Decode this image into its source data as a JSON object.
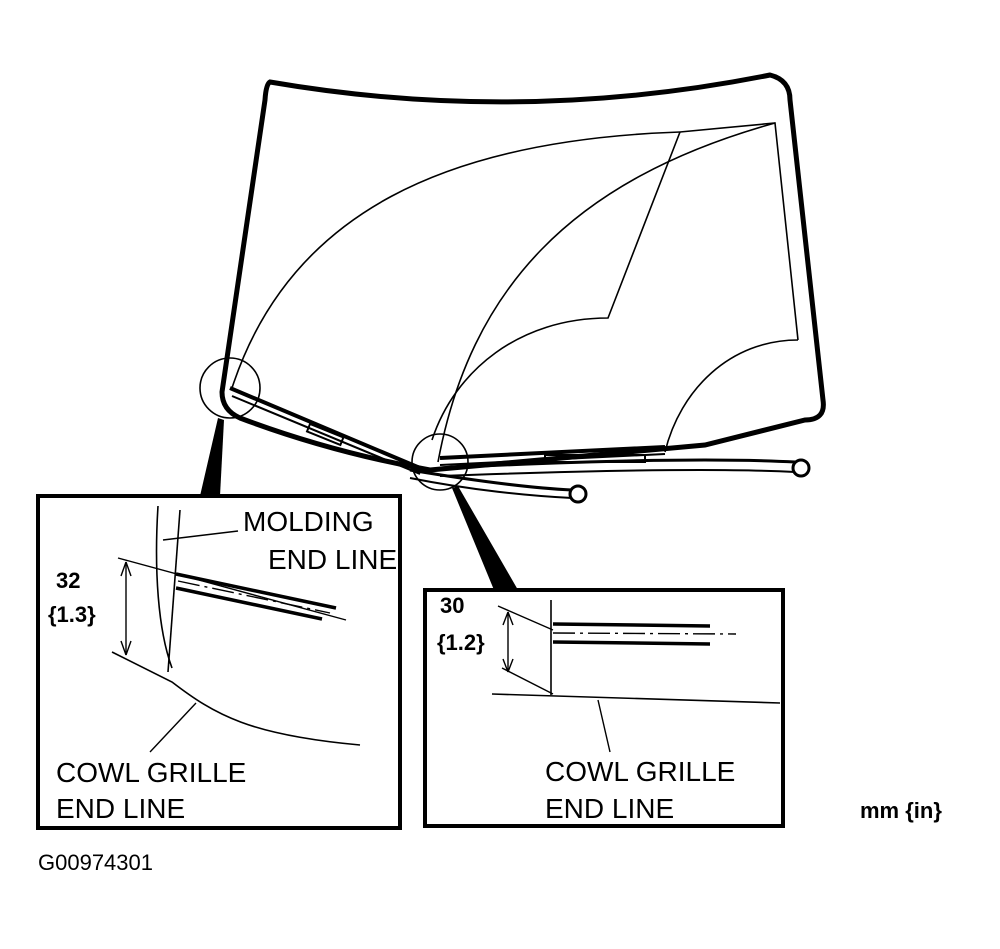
{
  "left_detail": {
    "dimension_mm": "32",
    "dimension_in": "{1.3}",
    "molding_label_line1": "MOLDING",
    "molding_label_line2": "END LINE",
    "cowl_label_line1": "COWL GRILLE",
    "cowl_label_line2": "END LINE"
  },
  "right_detail": {
    "dimension_mm": "30",
    "dimension_in": "{1.2}",
    "cowl_label_line1": "COWL GRILLE",
    "cowl_label_line2": "END LINE"
  },
  "units_label": "mm {in}",
  "figure_code": "G00974301"
}
